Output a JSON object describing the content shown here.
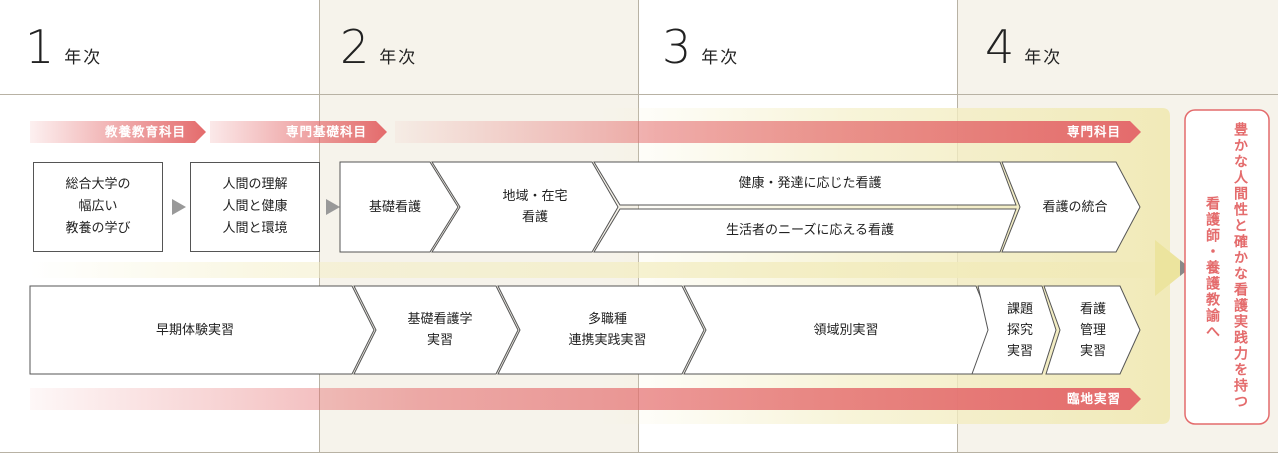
{
  "years": [
    {
      "num": "1",
      "suffix": "年次"
    },
    {
      "num": "2",
      "suffix": "年次"
    },
    {
      "num": "3",
      "suffix": "年次"
    },
    {
      "num": "4",
      "suffix": "年次"
    }
  ],
  "bands": {
    "general": "教養教育科目",
    "basic": "専門基礎科目",
    "specialized": "専門科目",
    "clinical": "臨地実習"
  },
  "upper_row": {
    "general_box": [
      "総合大学の",
      "幅広い",
      "教養の学び"
    ],
    "basic_box": [
      "人間の理解",
      "人間と健康",
      "人間と環境"
    ],
    "nursing_basics": "基礎看護",
    "community": [
      "地域・在宅",
      "看護"
    ],
    "development": "健康・発達に応じた看護",
    "needs": "生活者のニーズに応える看護",
    "integration": "看護の統合"
  },
  "lower_row": {
    "early": "早期体験実習",
    "basic_practice": [
      "基礎看護学",
      "実習"
    ],
    "interprofessional": [
      "多職種",
      "連携実践実習"
    ],
    "specialty": "領域別実習",
    "research": [
      "課題",
      "探究",
      "実習"
    ],
    "management": [
      "看護",
      "管理",
      "実習"
    ]
  },
  "goal": {
    "main": "豊かな人間性と確かな看護実践力を持つ",
    "sub": "看護師・養護教諭へ"
  },
  "colors": {
    "accent": "#e46b6c",
    "yellow_panel": "#f4efc7",
    "beige": "#f6f3eb",
    "line": "#b8b2a4"
  }
}
